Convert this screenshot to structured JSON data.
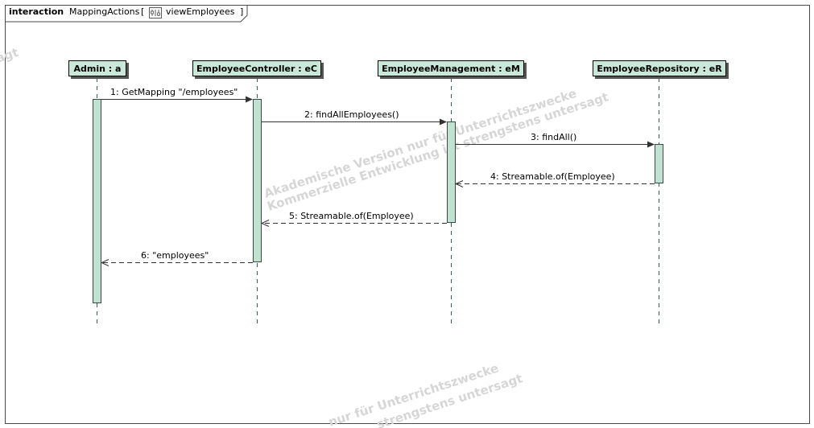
{
  "frame": {
    "keyword": "interaction",
    "name": "MappingActions",
    "ref_open": "[",
    "ref_name": "viewEmployees",
    "ref_close": "]"
  },
  "lifelines": [
    {
      "label": "Admin : a"
    },
    {
      "label": "EmployeeController : eC"
    },
    {
      "label": "EmployeeManagement : eM"
    },
    {
      "label": "EmployeeRepository : eR"
    }
  ],
  "messages": [
    {
      "label": "1:  GetMapping \"/employees\"",
      "kind": "sync",
      "from": 0,
      "to": 1
    },
    {
      "label": "2:  findAllEmployees()",
      "kind": "sync",
      "from": 1,
      "to": 2
    },
    {
      "label": "3:  findAll()",
      "kind": "sync",
      "from": 2,
      "to": 3
    },
    {
      "label": "4:  Streamable.of(Employee)",
      "kind": "return",
      "from": 3,
      "to": 2
    },
    {
      "label": "5:  Streamable.of(Employee)",
      "kind": "return",
      "from": 2,
      "to": 1
    },
    {
      "label": "6:  \"employees\"",
      "kind": "return",
      "from": 1,
      "to": 0
    }
  ],
  "watermark": {
    "line1": "Akademische Version nur für Unterrichtszwecke",
    "line2": "Kommerzielle Entwicklung ist strengstens untersagt",
    "line3": "nur für Unterrichtszwecke",
    "line4": "strengstens untersagt",
    "edge": "agt"
  },
  "colors": {
    "lifeline_head": "#c9e8d9",
    "activation": "#bfe3d0"
  }
}
